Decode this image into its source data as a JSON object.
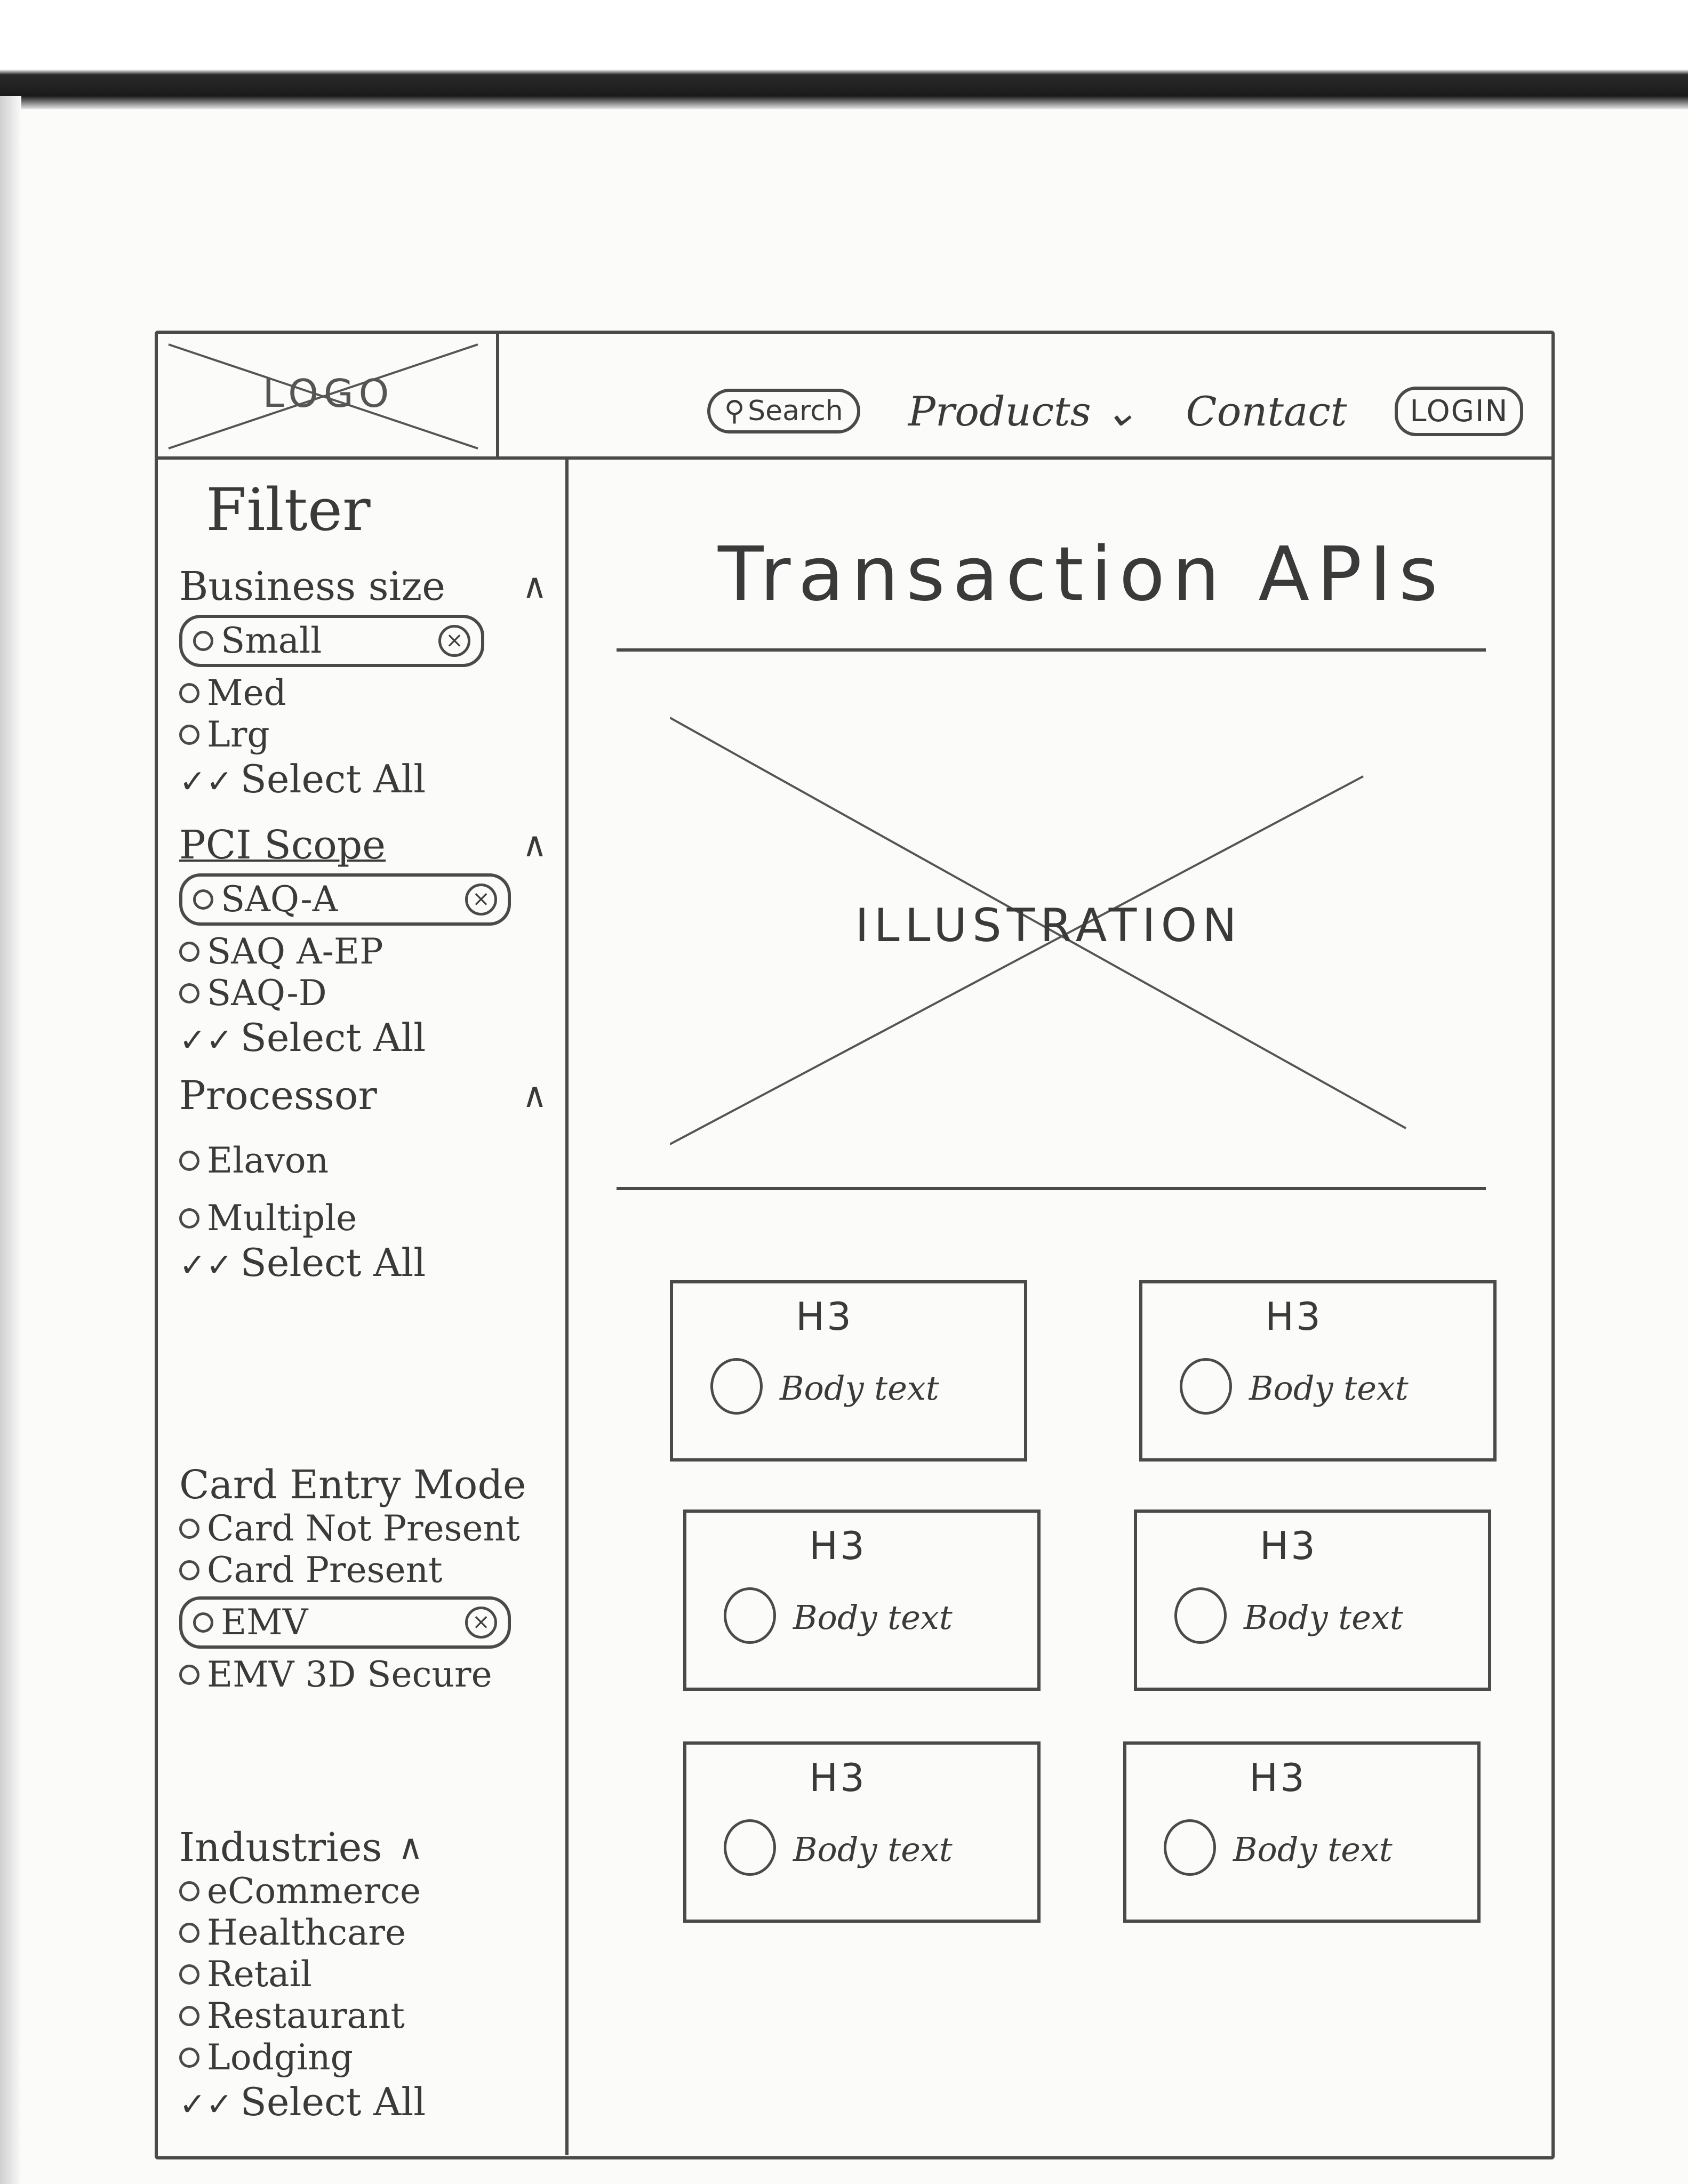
{
  "header": {
    "logo": "LOGO",
    "search": "Search",
    "nav": [
      "Products",
      "Contact"
    ],
    "login": "LOGIN"
  },
  "sidebar": {
    "title": "Filter",
    "groups": [
      {
        "label": "Business size",
        "options": [
          {
            "label": "Small",
            "selected": true
          },
          {
            "label": "Med"
          },
          {
            "label": "Lrg"
          }
        ],
        "select_all": "Select All"
      },
      {
        "label": "PCI Scope",
        "options": [
          {
            "label": "SAQ-A",
            "selected": true
          },
          {
            "label": "SAQ A-EP"
          },
          {
            "label": "SAQ-D"
          }
        ],
        "select_all": "Select All"
      },
      {
        "label": "Processor",
        "options": [
          {
            "label": "Elavon"
          },
          {
            "label": "Multiple"
          }
        ],
        "select_all": "Select All"
      },
      {
        "label": "Card Entry Mode",
        "options": [
          {
            "label": "Card Not Present"
          },
          {
            "label": "Card Present"
          },
          {
            "label": "EMV",
            "selected": true
          },
          {
            "label": "EMV 3D Secure"
          }
        ]
      },
      {
        "label": "Industries",
        "options": [
          {
            "label": "eCommerce"
          },
          {
            "label": "Healthcare"
          },
          {
            "label": "Retail"
          },
          {
            "label": "Restaurant"
          },
          {
            "label": "Lodging"
          }
        ],
        "select_all": "Select All"
      }
    ]
  },
  "main": {
    "title": "Transaction APIs",
    "illustration": "ILLUSTRATION",
    "cards": [
      {
        "heading": "H3",
        "body": "Body text"
      },
      {
        "heading": "H3",
        "body": "Body text"
      },
      {
        "heading": "H3",
        "body": "Body text"
      },
      {
        "heading": "H3",
        "body": "Body text"
      },
      {
        "heading": "H3",
        "body": "Body text"
      },
      {
        "heading": "H3",
        "body": "Body text"
      }
    ]
  }
}
